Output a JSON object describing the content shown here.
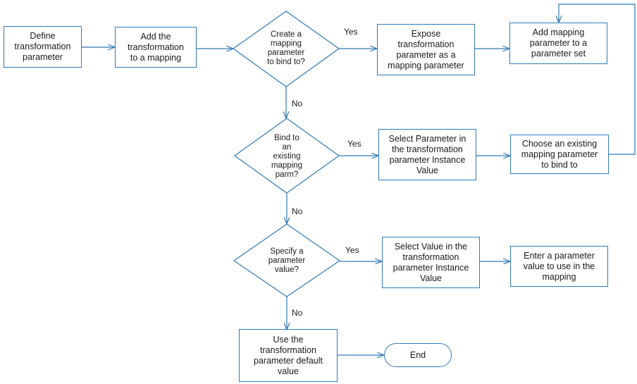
{
  "colors": {
    "stroke": "#2f7ab5",
    "text": "#1a1a1a",
    "background": "#ffffff"
  },
  "nodes": {
    "define": "Define\ntransformation\nparameter",
    "add_to_mapping": "Add the\ntransformation\nto a mapping",
    "q_create": "Create a\nmapping\nparameter\nto bind to?",
    "expose": "Expose\ntransformation\nparameter as a\nmapping parameter",
    "add_to_set": "Add mapping\nparameter to a\nparameter set",
    "q_bind": "Bind to\nan\nexisting\nmapping\nparm?",
    "select_parameter": "Select Parameter in\nthe transformation\nparameter Instance\nValue",
    "choose_existing": "Choose an existing\nmapping parameter\nto bind to",
    "q_specify": "Specify a\nparameter\nvalue?",
    "select_value": "Select Value in the\ntransformation\nparameter Instance\nValue",
    "enter_value": "Enter a parameter\nvalue to use in the\nmapping",
    "use_default": "Use the\ntransformation\nparameter default\nvalue",
    "end": "End"
  },
  "edge_labels": {
    "yes_create": "Yes",
    "no_create": "No",
    "yes_bind": "Yes",
    "no_bind": "No",
    "yes_specify": "Yes",
    "no_specify": "No"
  }
}
